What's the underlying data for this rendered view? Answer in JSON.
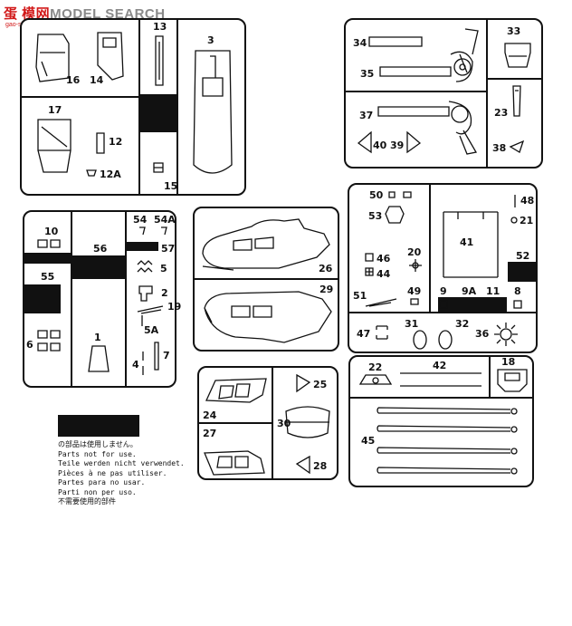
{
  "watermark": {
    "site_prefix": "蛋 模网",
    "site_suffix": "MODEL SEARCH",
    "domain": "gao-shou.com"
  },
  "labels": {
    "p1": "1",
    "p2": "2",
    "p3": "3",
    "p4": "4",
    "p5": "5",
    "p5a": "5A",
    "p6": "6",
    "p7": "7",
    "p8": "8",
    "p9": "9",
    "p9a": "9A",
    "p10": "10",
    "p11": "11",
    "p12": "12",
    "p12a": "12A",
    "p13": "13",
    "p14": "14",
    "p15": "15",
    "p16": "16",
    "p17": "17",
    "p18": "18",
    "p19": "19",
    "p20": "20",
    "p21": "21",
    "p22": "22",
    "p23": "23",
    "p24": "24",
    "p25": "25",
    "p26": "26",
    "p27": "27",
    "p28": "28",
    "p29": "29",
    "p30": "30",
    "p31": "31",
    "p32": "32",
    "p33": "33",
    "p34": "34",
    "p35": "35",
    "p36": "36",
    "p37": "37",
    "p38": "38",
    "p39": "39",
    "p40": "40",
    "p41": "41",
    "p42": "42",
    "p44": "44",
    "p45": "45",
    "p46": "46",
    "p47": "47",
    "p48": "48",
    "p49": "49",
    "p50": "50",
    "p51": "51",
    "p52": "52",
    "p53": "53",
    "p54": "54",
    "p54a": "54A",
    "p55": "55",
    "p56": "56",
    "p57": "57"
  },
  "legend": {
    "ja": "の部品は使用しません。",
    "en": "Parts not for use.",
    "de": "Teile werden nicht verwendet.",
    "fr": "Pièces à ne pas utiliser.",
    "es": "Partes para no usar.",
    "it": "Parti non per uso.",
    "zh": "不需要使用的部件"
  }
}
